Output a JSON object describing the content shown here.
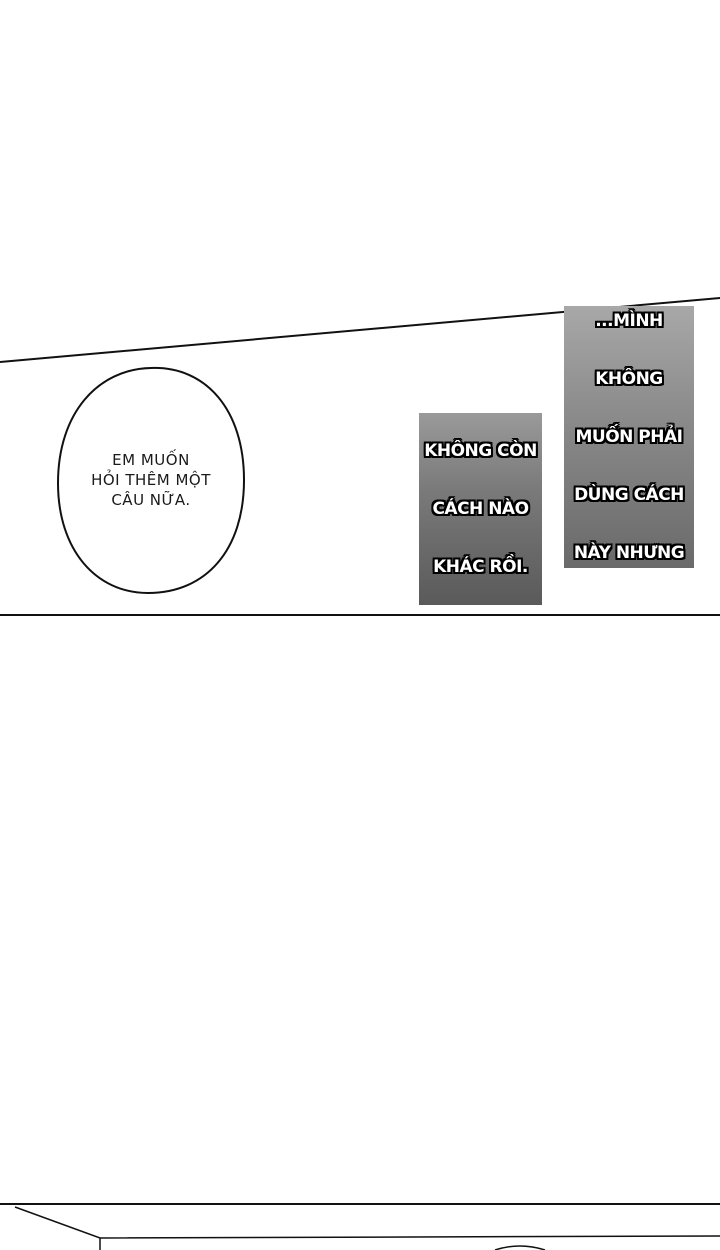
{
  "speech_bubble": {
    "line1": "EM MUỐN",
    "line2": "HỎI THÊM MỘT",
    "line3": "CÂU NỮA."
  },
  "caption_left": {
    "line1": "KHÔNG CÒN",
    "line2": "CÁCH NÀO",
    "line3": "KHÁC RỒI."
  },
  "caption_right": {
    "line1": "...MÌNH",
    "line2": "KHÔNG",
    "line3": "MUỐN PHẢI",
    "line4": "DÙNG CÁCH",
    "line5": "NÀY NHƯNG"
  },
  "colors": {
    "ink": "#111111",
    "paper": "#ffffff",
    "caption_gray": "#7a7a7a"
  }
}
